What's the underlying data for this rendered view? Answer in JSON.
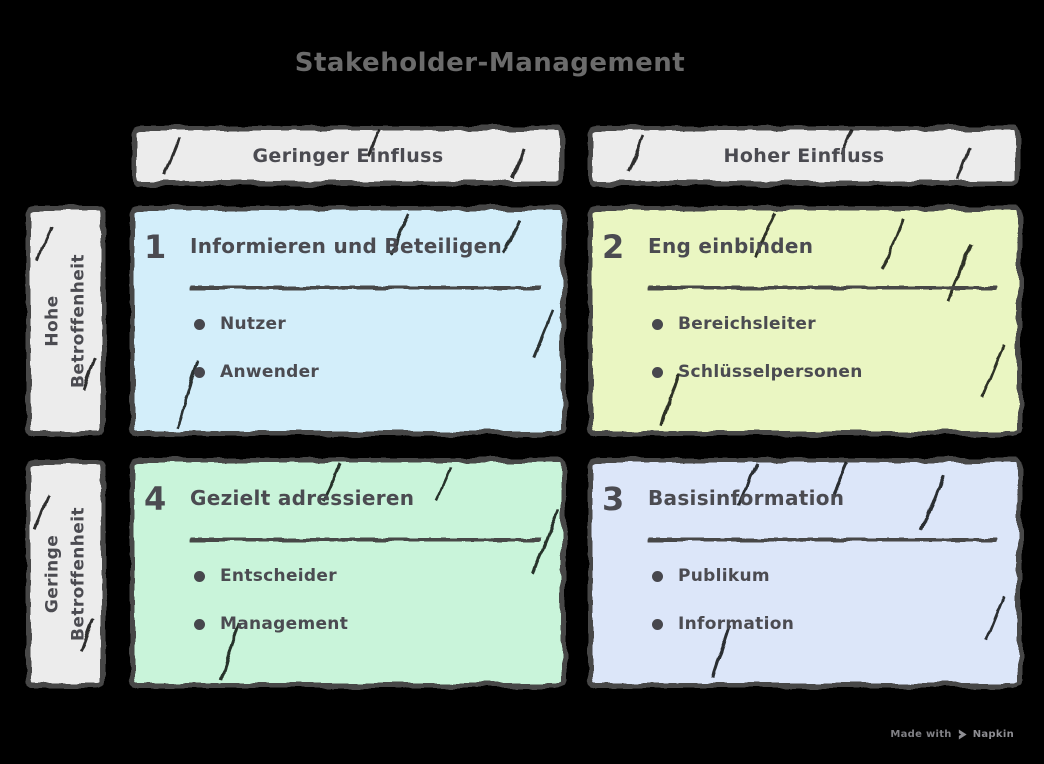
{
  "title": "Stakeholder-Management",
  "colors": {
    "background": "#000000",
    "header_fill": "#ececec",
    "border": "#474747",
    "text": "#4b4b51",
    "title_text": "#6b6b6b",
    "q1_fill": "#d3eefa",
    "q2_fill": "#eaf6c2",
    "q4_fill": "#c9f4da",
    "q3_fill": "#dce6f9"
  },
  "columns": [
    {
      "label": "Geringer Einfluss"
    },
    {
      "label": "Hoher Einfluss"
    }
  ],
  "rows": [
    {
      "lines": [
        "Hohe",
        "Betroffenheit"
      ]
    },
    {
      "lines": [
        "Geringe",
        "Betroffenheit"
      ]
    }
  ],
  "quadrants": [
    {
      "number": "1",
      "title": "Informieren und Beteiligen",
      "items": [
        "Nutzer",
        "Anwender"
      ]
    },
    {
      "number": "2",
      "title": "Eng einbinden",
      "items": [
        "Bereichsleiter",
        "Schlüsselpersonen"
      ]
    },
    {
      "number": "4",
      "title": "Gezielt adressieren",
      "items": [
        "Entscheider",
        "Management"
      ]
    },
    {
      "number": "3",
      "title": "Basisinformation",
      "items": [
        "Publikum",
        "Information"
      ]
    }
  ],
  "watermark": {
    "prefix": "Made with",
    "brand": "Napkin"
  }
}
